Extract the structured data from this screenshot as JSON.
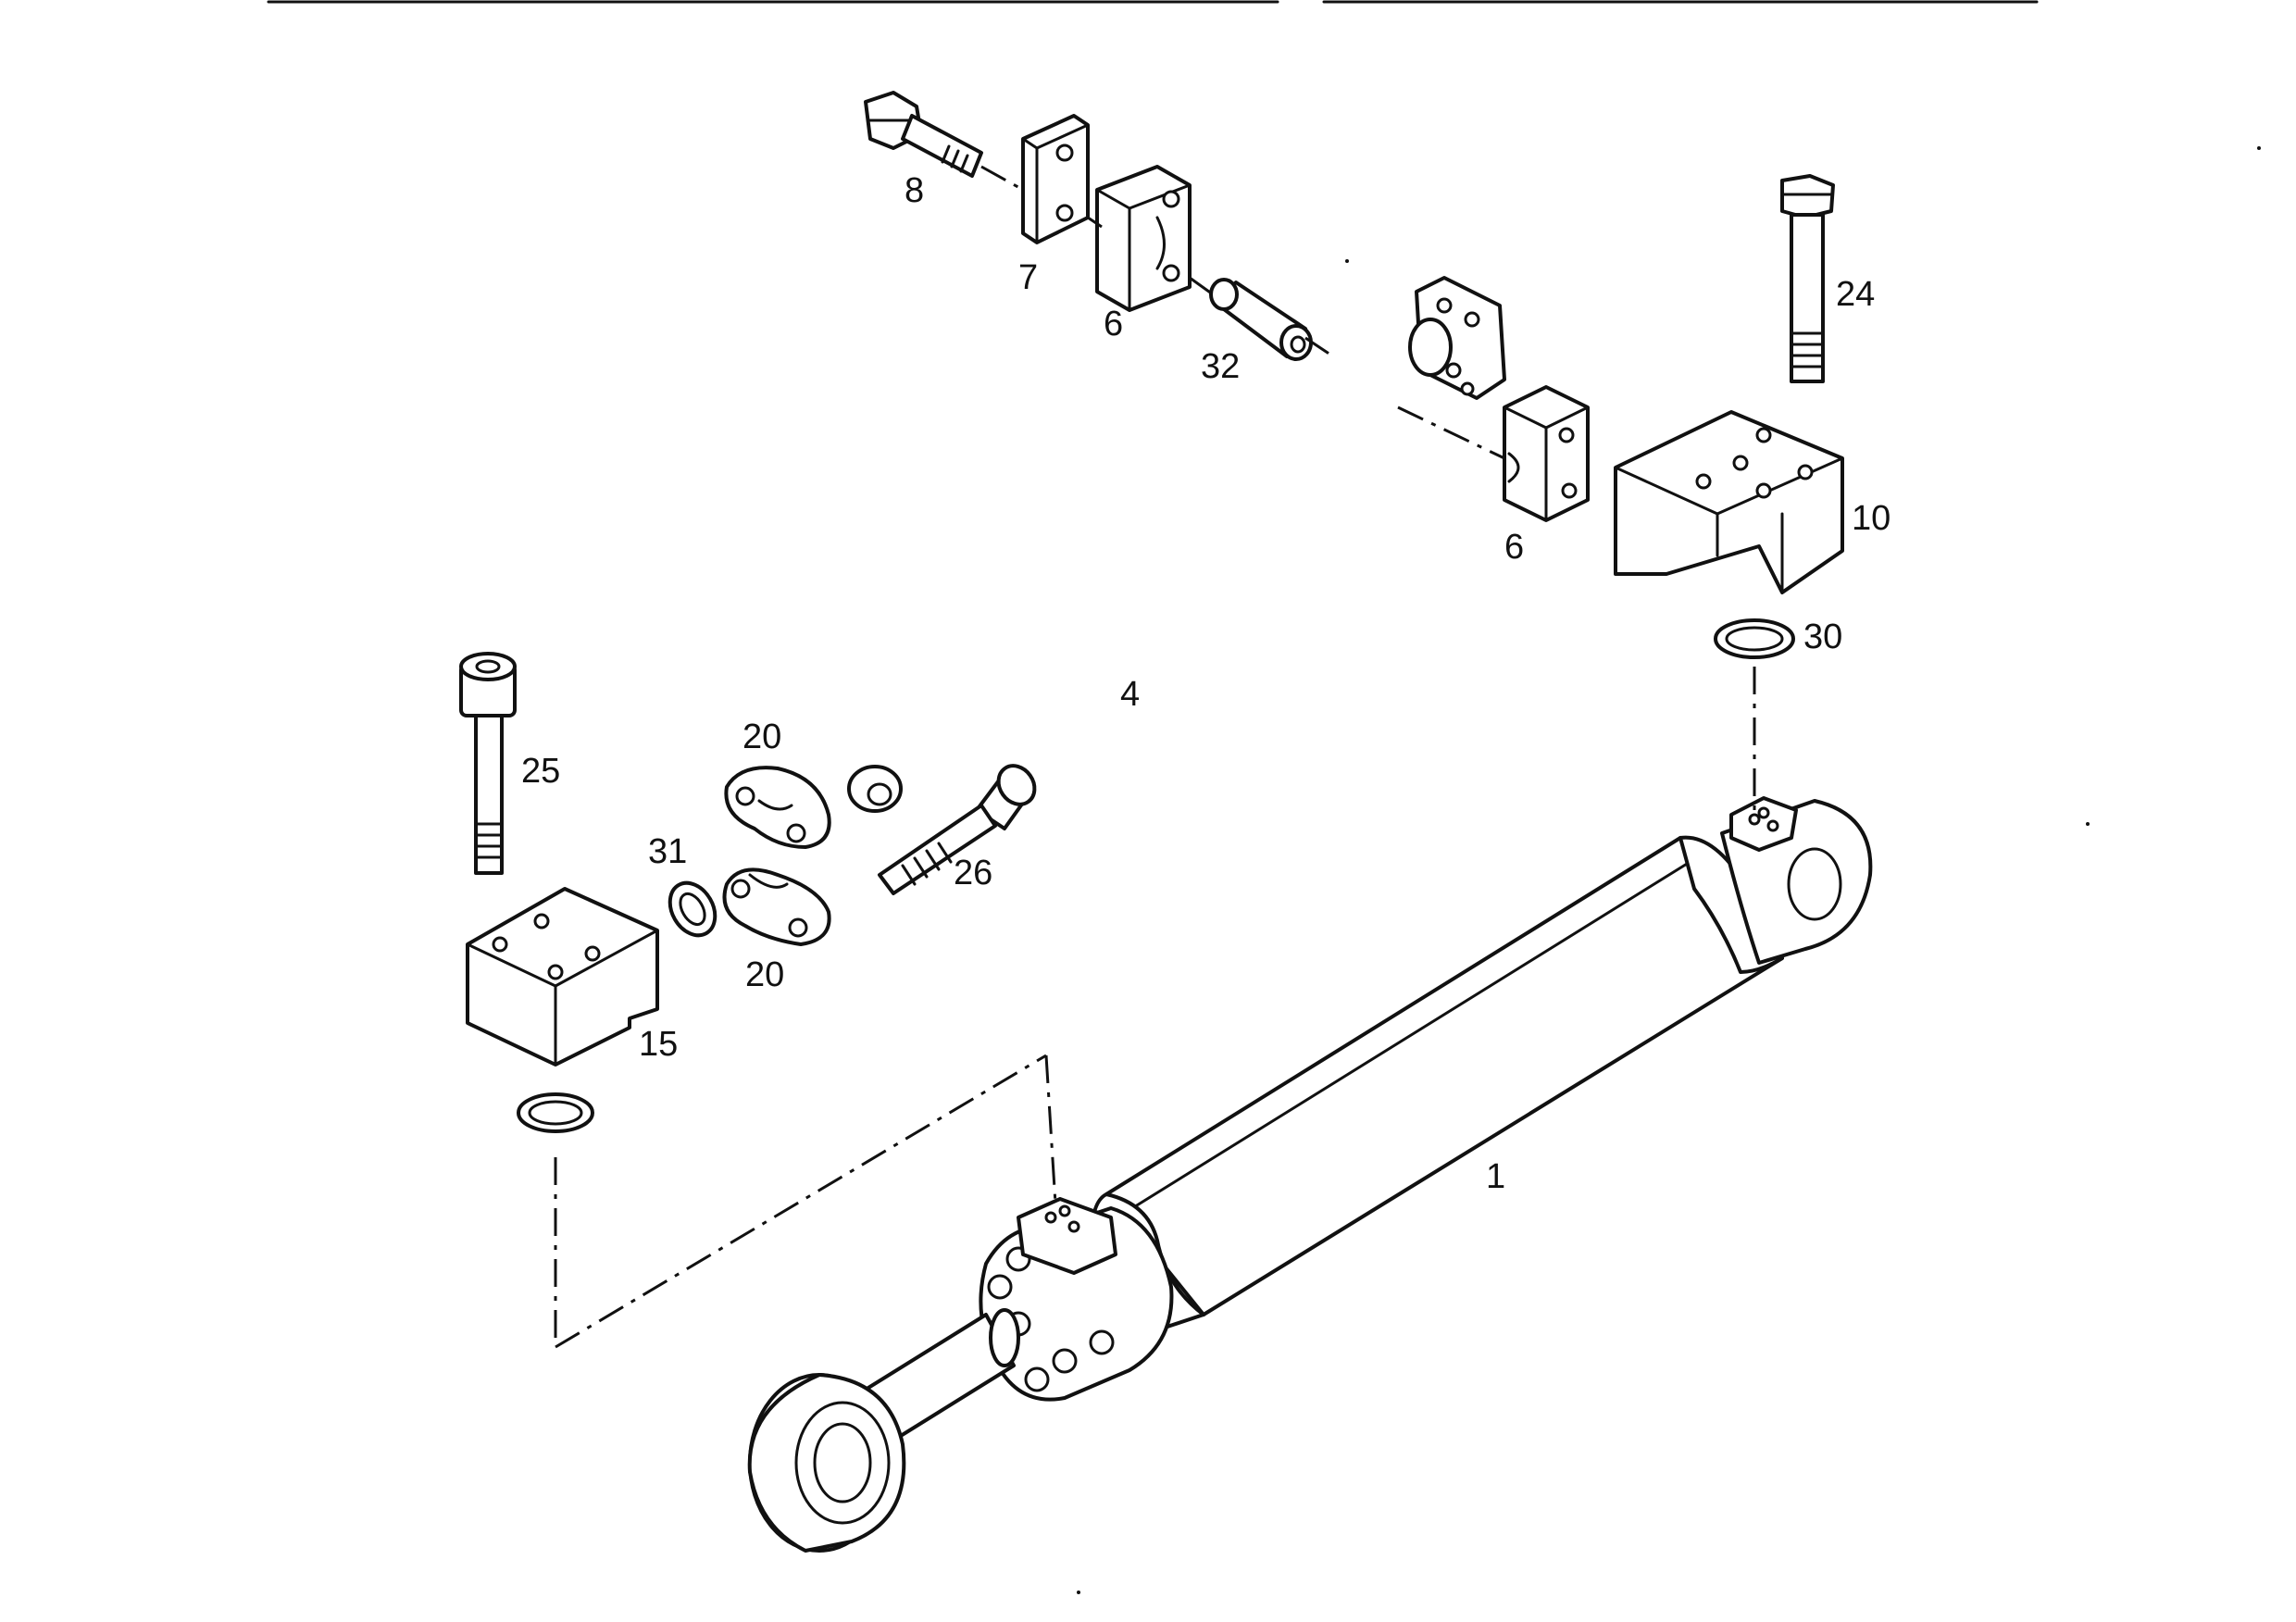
{
  "diagram": {
    "type": "exploded parts drawing",
    "callouts": [
      {
        "id": "c1",
        "text": "1"
      },
      {
        "id": "c4",
        "text": "4"
      },
      {
        "id": "c6a",
        "text": "6"
      },
      {
        "id": "c6b",
        "text": "6"
      },
      {
        "id": "c7",
        "text": "7"
      },
      {
        "id": "c8",
        "text": "8"
      },
      {
        "id": "c10",
        "text": "10"
      },
      {
        "id": "c15",
        "text": "15"
      },
      {
        "id": "c20a",
        "text": "20"
      },
      {
        "id": "c20b",
        "text": "20"
      },
      {
        "id": "c24",
        "text": "24"
      },
      {
        "id": "c25",
        "text": "25"
      },
      {
        "id": "c26",
        "text": "26"
      },
      {
        "id": "c30",
        "text": "30"
      },
      {
        "id": "c31",
        "text": "31"
      },
      {
        "id": "c32",
        "text": "32"
      }
    ]
  }
}
